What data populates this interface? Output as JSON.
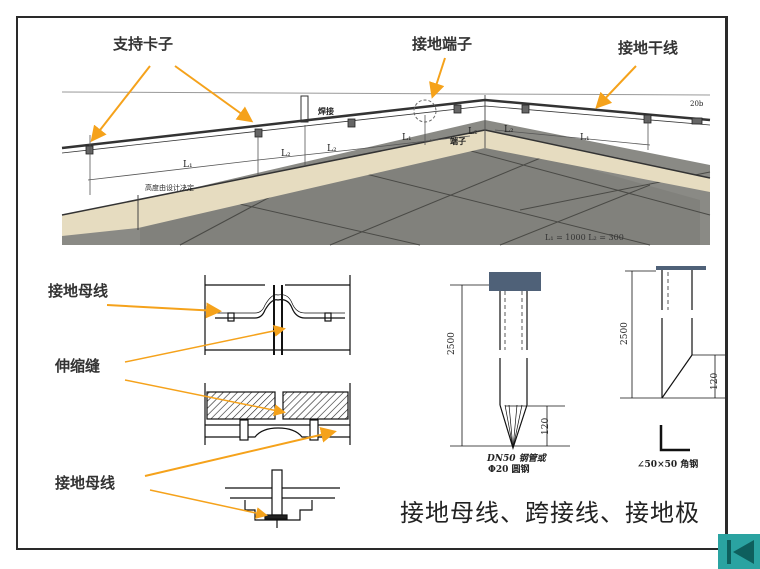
{
  "slide": {
    "labels": {
      "support_clip": "支持卡子",
      "ground_terminal": "接地端子",
      "ground_trunk": "接地干线",
      "ground_busbar_top": "接地母线",
      "expansion_joint": "伸缩缝",
      "ground_busbar_bottom": "接地母线"
    },
    "sketch_notes": {
      "welding": "焊接",
      "height_note": "高度由设计决定",
      "terminal": "端子",
      "l1": "L₁",
      "l2": "L₂",
      "dim_20b": "20b",
      "lengths": "L₁ = 1000   L₂ = 300"
    },
    "electrode_pipe": {
      "height": "2500",
      "tip": "120",
      "material_line1": "DN50 钢管或",
      "material_line2": "Φ20 圆钢"
    },
    "electrode_angle": {
      "height": "2500",
      "tip": "120",
      "material": "∠50×50 角钢"
    },
    "caption": "接地母线、跨接线、接地极",
    "colors": {
      "arrow": "#f5a21b",
      "nav_button": "#2aa3a1",
      "nav_glyph": "#0e5f5d",
      "cap_plate": "#4f6178"
    }
  },
  "nav": {
    "first_slide_button": "first-slide"
  }
}
